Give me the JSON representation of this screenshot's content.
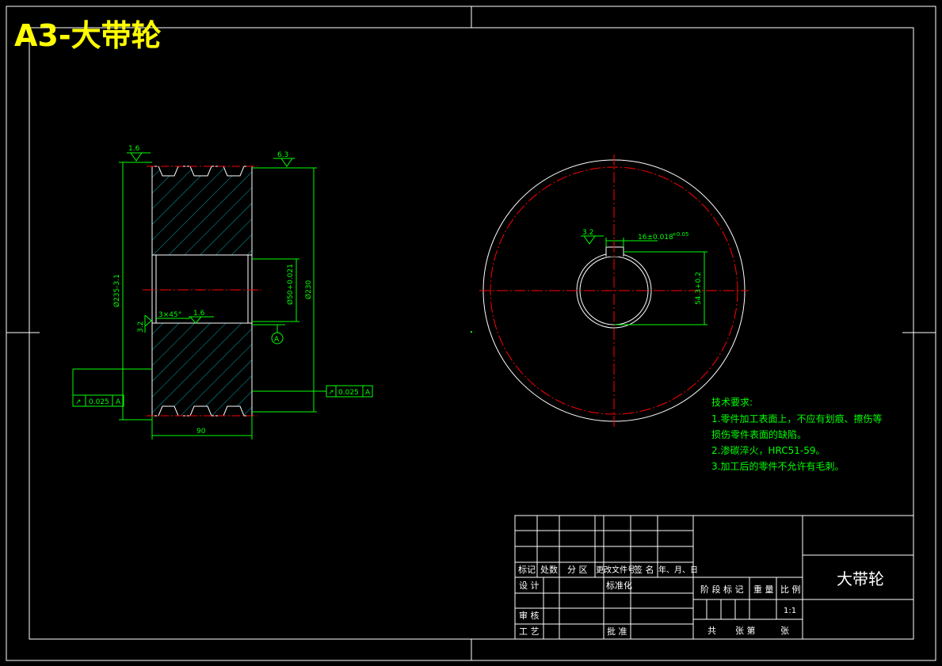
{
  "sheet": {
    "corner_title": "A3-大带轮",
    "part_name": "大带轮",
    "scale": "1:1"
  },
  "section_view": {
    "roughness_top_left": "1.6",
    "roughness_top_right": "6.3",
    "roughness_bore": "1.6",
    "roughness_left_side": "3.2",
    "chamfer": "3×45°",
    "dim_outer_diameter": "Ø235-3.1",
    "dim_bore": "Ø50+0.021",
    "dim_pitch": "Ø230",
    "dim_width": "90",
    "datum_label": "A",
    "runout_left": {
      "symbol": "↗",
      "value": "0.025",
      "datum": "A"
    },
    "runout_right": {
      "symbol": "↗",
      "value": "0.025",
      "datum": "A"
    }
  },
  "front_view": {
    "roughness_keyway": "3.2",
    "dim_keyway_width": "16±0.018",
    "dim_keyway_tol": "+0.05",
    "dim_keyway_depth": "54.3+0.2"
  },
  "tech_requirements": {
    "heading": "技术要求:",
    "lines": [
      "1.零件加工表面上，不应有划痕、擦伤等",
      "损伤零件表面的缺陷。",
      "2.渗碳淬火，HRC51-59。",
      "3.加工后的零件不允许有毛刺。"
    ]
  },
  "title_block": {
    "row_headers": [
      "标记",
      "处数",
      "分 区",
      "更改文件号",
      "签 名",
      "年、月、日"
    ],
    "design": "设 计",
    "standardize": "标准化",
    "review": "审 核",
    "process": "工 艺",
    "approve": "批 准",
    "stage_mark": "阶 段 标 记",
    "weight": "重 量",
    "ratio": "比 例",
    "total": "共",
    "sheets": "张 第",
    "sheet": "张"
  },
  "colors": {
    "background": "#000000",
    "line_white": "#ffffff",
    "line_green": "#00ff00",
    "line_red": "#ff0000",
    "hatch_cyan": "#00aaaa",
    "title_yellow": "#ffff00"
  }
}
